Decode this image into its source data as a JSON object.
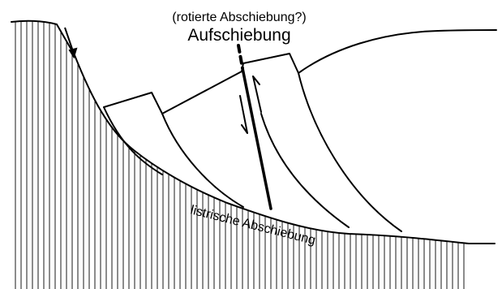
{
  "labels": {
    "question": "(rotierte Abschiebung?)",
    "thrust": "Aufschiebung",
    "listric": "listrische Abschiebung"
  }
}
